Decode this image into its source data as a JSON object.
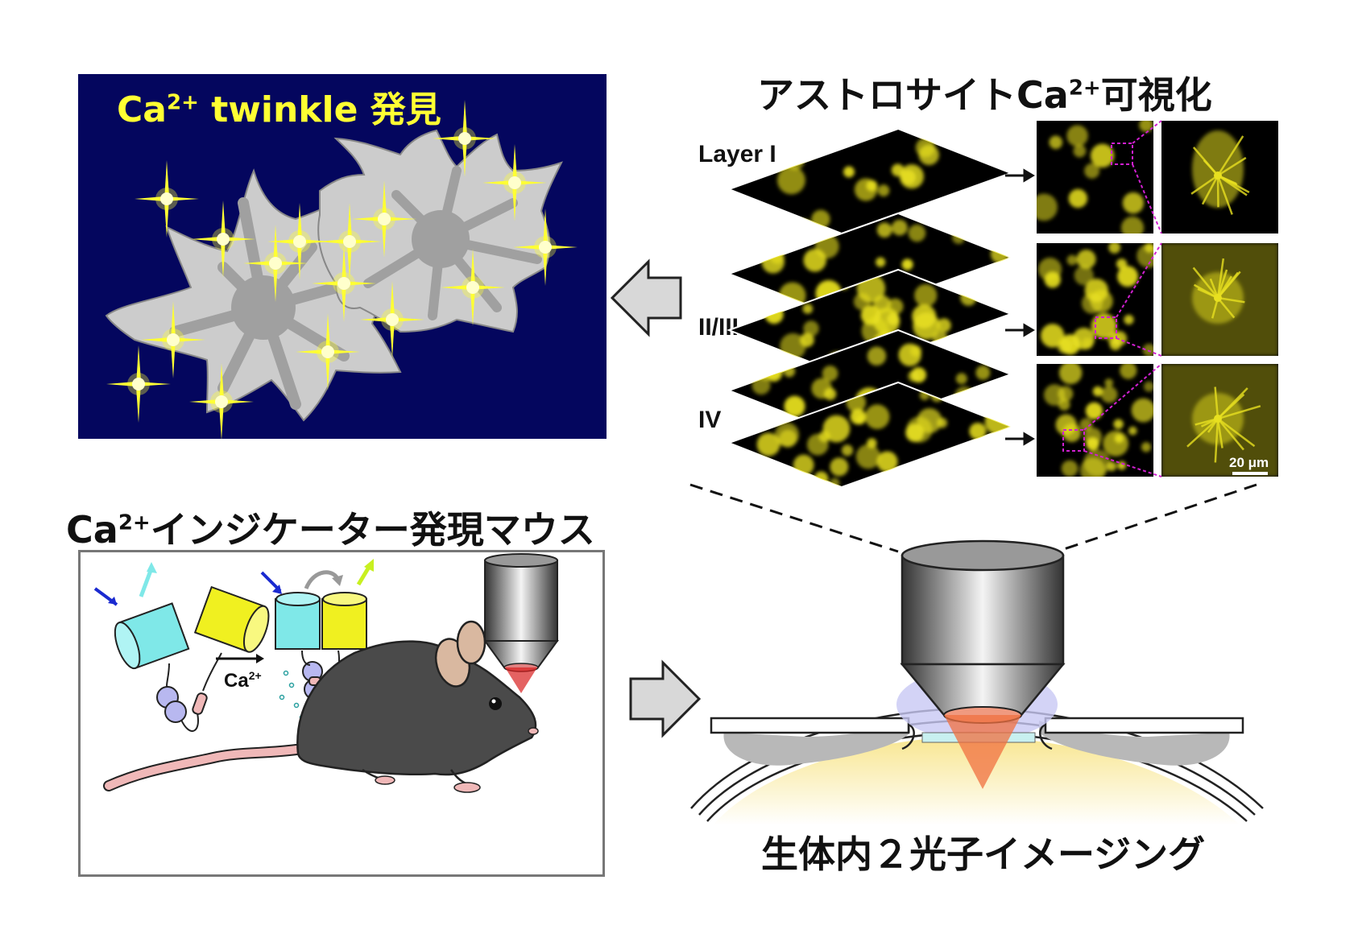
{
  "twinkle_panel": {
    "title_ca": "Ca",
    "title_sup": "2+",
    "title_rest": " twinkle 発見",
    "background": "#04065e",
    "twinkle_color": "#ffff33"
  },
  "astro_panel": {
    "title_ca": "アストロサイトCa",
    "title_sup": "2+",
    "title_rest": "可視化",
    "layers": [
      "Layer I",
      "II/III",
      "IV"
    ],
    "scale_bar": "20 μm"
  },
  "indicator_panel": {
    "title_ca": "Ca",
    "title_sup": "2+",
    "title_rest": "インジケーター発現マウス",
    "ca_label": "Ca",
    "ca_sup": "2+"
  },
  "imaging_panel": {
    "title": "生体内２光子イメージング"
  },
  "colors": {
    "fluorescence": "#e8e020",
    "cfp": "#7fe8e8",
    "yfp": "#f0f020",
    "mouse": "#4a4a4a",
    "tail": "#f0b8b8",
    "roi_box": "#d020d0"
  },
  "icons": [
    "left-arrow-icon",
    "right-arrow-icon",
    "objective-lens-icon",
    "mouse-icon",
    "fret-sensor-icon",
    "twinkle-star-icon"
  ]
}
